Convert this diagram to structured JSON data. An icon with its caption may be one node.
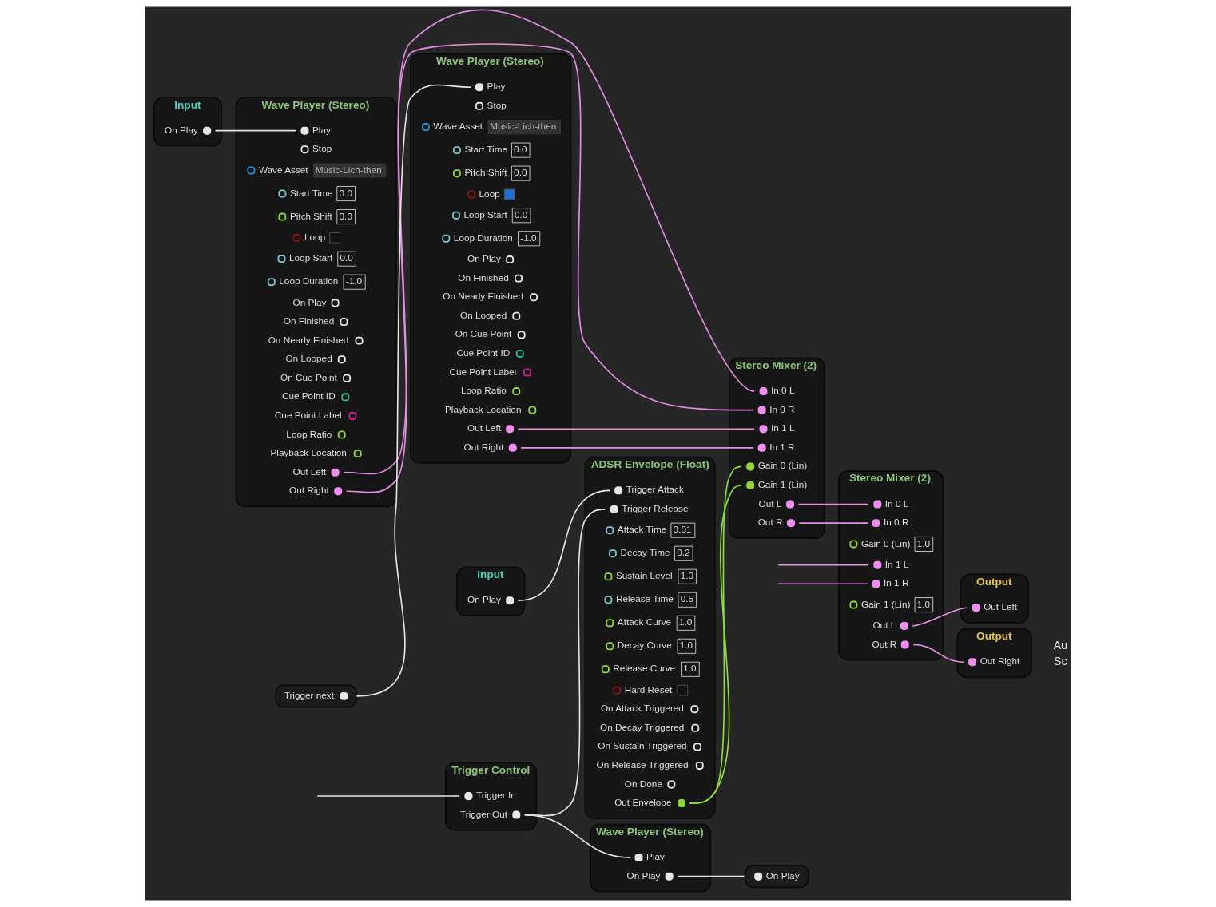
{
  "diagram": {
    "nodes": [
      {
        "text": [
          "Input"
        ]
      },
      {
        "text": [
          "On Play"
        ],
        "in": 0
      },
      {
        "text": [
          "Wave Player (Stereo)"
        ]
      },
      {
        "text": [
          "Play"
        ],
        "in": 2
      },
      {
        "text": [
          "Stop"
        ],
        "in": 2
      },
      {
        "text": [
          "Wave Asset",
          "Music-Lich-then"
        ],
        "in": 2
      },
      {
        "text": [
          "Start Time",
          "0.0"
        ],
        "in": 2
      },
      {
        "text": [
          "Pitch Shift",
          "0.0"
        ],
        "in": 2
      },
      {
        "text": [
          "Loop"
        ],
        "in": 2
      },
      {
        "text": [
          "Loop Start",
          "0.0"
        ],
        "in": 2
      },
      {
        "text": [
          "Loop Duration",
          "-1.0"
        ],
        "in": 2
      },
      {
        "text": [
          "On Play"
        ],
        "in": 2
      },
      {
        "text": [
          "On Finished"
        ],
        "in": 2
      },
      {
        "text": [
          "On Nearly Finished"
        ],
        "in": 2
      },
      {
        "text": [
          "On Looped"
        ],
        "in": 2
      },
      {
        "text": [
          "On Cue Point"
        ],
        "in": 2
      },
      {
        "text": [
          "Cue Point ID"
        ],
        "in": 2
      },
      {
        "text": [
          "Cue Point Label"
        ],
        "in": 2
      },
      {
        "text": [
          "Loop Ratio"
        ],
        "in": 2
      },
      {
        "text": [
          "Playback Location"
        ],
        "in": 2
      },
      {
        "text": [
          "Out Left"
        ],
        "in": 2
      },
      {
        "text": [
          "Out Right"
        ],
        "in": 2
      },
      {
        "text": [
          "Trigger next"
        ]
      },
      {
        "text": [
          "Wave Player (Stereo)"
        ]
      },
      {
        "text": [
          "Play"
        ],
        "in": 23
      },
      {
        "text": [
          "Stop"
        ],
        "in": 23
      },
      {
        "text": [
          "Wave Asset",
          "Music-Lich-then"
        ],
        "in": 23
      },
      {
        "text": [
          "Start Time",
          "0.0"
        ],
        "in": 23
      },
      {
        "text": [
          "Pitch Shift",
          "0.0"
        ],
        "in": 23
      },
      {
        "text": [
          "Loop"
        ],
        "in": 23
      },
      {
        "text": [
          "Loop Start",
          "0.0"
        ],
        "in": 23
      },
      {
        "text": [
          "Loop Duration",
          "-1.0"
        ],
        "in": 23
      },
      {
        "text": [
          "On Play"
        ],
        "in": 23
      },
      {
        "text": [
          "On Finished"
        ],
        "in": 23
      },
      {
        "text": [
          "On Nearly Finished"
        ],
        "in": 23
      },
      {
        "text": [
          "On Looped"
        ],
        "in": 23
      },
      {
        "text": [
          "On Cue Point"
        ],
        "in": 23
      },
      {
        "text": [
          "Cue Point ID"
        ],
        "in": 23
      },
      {
        "text": [
          "Cue Point Label"
        ],
        "in": 23
      },
      {
        "text": [
          "Loop Ratio"
        ],
        "in": 23
      },
      {
        "text": [
          "Playback Location"
        ],
        "in": 23
      },
      {
        "text": [
          "Out Left"
        ],
        "in": 23
      },
      {
        "text": [
          "Out Right"
        ],
        "in": 23
      },
      {
        "text": [
          "Stereo Mixer (2)"
        ]
      },
      {
        "text": [
          "In 0 L"
        ],
        "in": 43
      },
      {
        "text": [
          "In 0 R"
        ],
        "in": 43
      },
      {
        "text": [
          "Gain 0 (Lin)"
        ],
        "in": 43
      },
      {
        "text": [
          "In 1 L"
        ],
        "in": 43
      },
      {
        "text": [
          "In 1 R"
        ],
        "in": 43
      },
      {
        "text": [
          "Gain 1 (Lin)"
        ],
        "in": 43
      },
      {
        "text": [
          "Out L"
        ],
        "in": 43
      },
      {
        "text": [
          "Out R"
        ],
        "in": 43
      },
      {
        "text": [
          "Output"
        ]
      },
      {
        "text": [
          "Out Left"
        ],
        "in": 52
      },
      {
        "text": [
          "Stereo Mixer (2)"
        ]
      },
      {
        "text": [
          "In 0 L"
        ],
        "in": 54
      },
      {
        "text": [
          "In 0 R"
        ],
        "in": 54
      },
      {
        "text": [
          "Gain 0 (Lin)",
          "1.0"
        ],
        "in": 54
      },
      {
        "text": [
          "In 1 L"
        ],
        "in": 54
      },
      {
        "text": [
          "In 1 R"
        ],
        "in": 54
      },
      {
        "text": [
          "Gain 1 (Lin)",
          "1.0"
        ],
        "in": 54
      },
      {
        "text": [
          "Out L"
        ],
        "in": 54
      },
      {
        "text": [
          "Out R"
        ],
        "in": 54
      },
      {
        "text": [
          "Output"
        ]
      },
      {
        "text": [
          "Out Right"
        ],
        "in": 63
      },
      {
        "text": [
          "Input"
        ]
      },
      {
        "text": [
          "On Play"
        ],
        "in": 65
      },
      {
        "text": [
          "ADSR Envelope (Float)"
        ]
      },
      {
        "text": [
          "Trigger Attack"
        ],
        "in": 67
      },
      {
        "text": [
          "Trigger Release"
        ],
        "in": 67
      },
      {
        "text": [
          "Attack Time",
          "0.01"
        ],
        "in": 67
      },
      {
        "text": [
          "Decay Time",
          "0.2"
        ],
        "in": 67
      },
      {
        "text": [
          "Sustain Level",
          "1.0"
        ],
        "in": 67
      },
      {
        "text": [
          "Release Time",
          "0.5"
        ],
        "in": 67
      },
      {
        "text": [
          "Attack Curve",
          "1.0"
        ],
        "in": 67
      },
      {
        "text": [
          "Decay Curve",
          "1.0"
        ],
        "in": 67
      },
      {
        "text": [
          "Release Curve",
          "1.0"
        ],
        "in": 67
      },
      {
        "text": [
          "Hard Reset"
        ],
        "in": 67
      },
      {
        "text": [
          "On Attack Triggered"
        ],
        "in": 67
      },
      {
        "text": [
          "On Decay Triggered"
        ],
        "in": 67
      },
      {
        "text": [
          "On Sustain Triggered"
        ],
        "in": 67
      },
      {
        "text": [
          "On Release Triggered"
        ],
        "in": 67
      },
      {
        "text": [
          "On Done"
        ],
        "in": 67
      },
      {
        "text": [
          "Out Envelope"
        ],
        "in": 67
      },
      {
        "text": [
          "Trigger Control"
        ]
      },
      {
        "text": [
          "Trigger In"
        ],
        "in": 84
      },
      {
        "text": [
          "Trigger Out"
        ],
        "in": 84
      },
      {
        "text": [
          "Wave Player (Stereo)"
        ]
      },
      {
        "text": [
          "Play"
        ],
        "in": 87
      },
      {
        "text": [
          "On Play"
        ],
        "in": 87
      },
      {
        "text": [
          "On Play"
        ]
      }
    ],
    "edges": [
      {
        "from": 1,
        "to": 3,
        "arrow": "none",
        "color": "#e6e6e6"
      },
      {
        "from": 22,
        "to": 24,
        "arrow": "none",
        "color": "#e6e6e6"
      },
      {
        "from": 20,
        "to": 44,
        "arrow": "none"
      },
      {
        "from": 21,
        "to": 45,
        "arrow": "none"
      },
      {
        "from": 41,
        "to": 47,
        "arrow": "none"
      },
      {
        "from": 42,
        "to": 48,
        "arrow": "none"
      },
      {
        "from": 83,
        "to": 46,
        "arrow": "none",
        "color": "#8ee03c"
      },
      {
        "from": 83,
        "to": 49,
        "arrow": "none",
        "color": "#8ee03c"
      },
      {
        "from": 50,
        "to": 55,
        "arrow": "none"
      },
      {
        "from": 51,
        "to": 56,
        "arrow": "none"
      },
      {
        "from": 61,
        "to": 53,
        "arrow": "none"
      },
      {
        "from": 62,
        "to": 64,
        "arrow": "none"
      },
      {
        "from": 66,
        "to": 68,
        "arrow": "none",
        "color": "#e6e6e6"
      },
      {
        "from": 86,
        "to": 69,
        "arrow": "none",
        "color": "#e6e6e6"
      },
      {
        "from": 86,
        "to": 88,
        "arrow": "none",
        "color": "#e6e6e6"
      },
      {
        "from": null,
        "to": 85,
        "arrow": "none",
        "color": "#e6e6e6"
      },
      {
        "from": 89,
        "to": 90,
        "arrow": "none",
        "color": "#e6e6e6"
      },
      {
        "from": null,
        "to": 58,
        "arrow": "none"
      },
      {
        "from": null,
        "to": 59,
        "arrow": "none"
      }
    ],
    "labels": [
      "Sc",
      "Au"
    ]
  }
}
